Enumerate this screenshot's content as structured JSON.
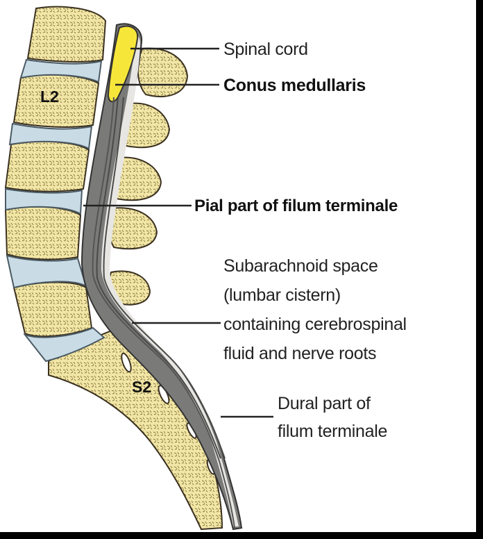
{
  "vertebra_labels": {
    "l2": "L2",
    "s2": "S2"
  },
  "labels": {
    "spinal_cord": "Spinal cord",
    "conus_medullaris": "Conus medullaris",
    "pial_filum": "Pial part of filum terminale",
    "subarachnoid": [
      "Subarachnoid space",
      "(lumbar cistern)",
      "containing cerebrospinal",
      "fluid and nerve roots"
    ],
    "dural_filum": [
      "Dural part of",
      "filum terminale"
    ]
  },
  "colors": {
    "bone": "#f2e6a6",
    "bone_outline": "#3a3020",
    "disc": "#c9dbe4",
    "cord": "#f7e63a",
    "dura": "#7a7a78",
    "csf": "#e7e6e2",
    "frame": "#000000"
  }
}
